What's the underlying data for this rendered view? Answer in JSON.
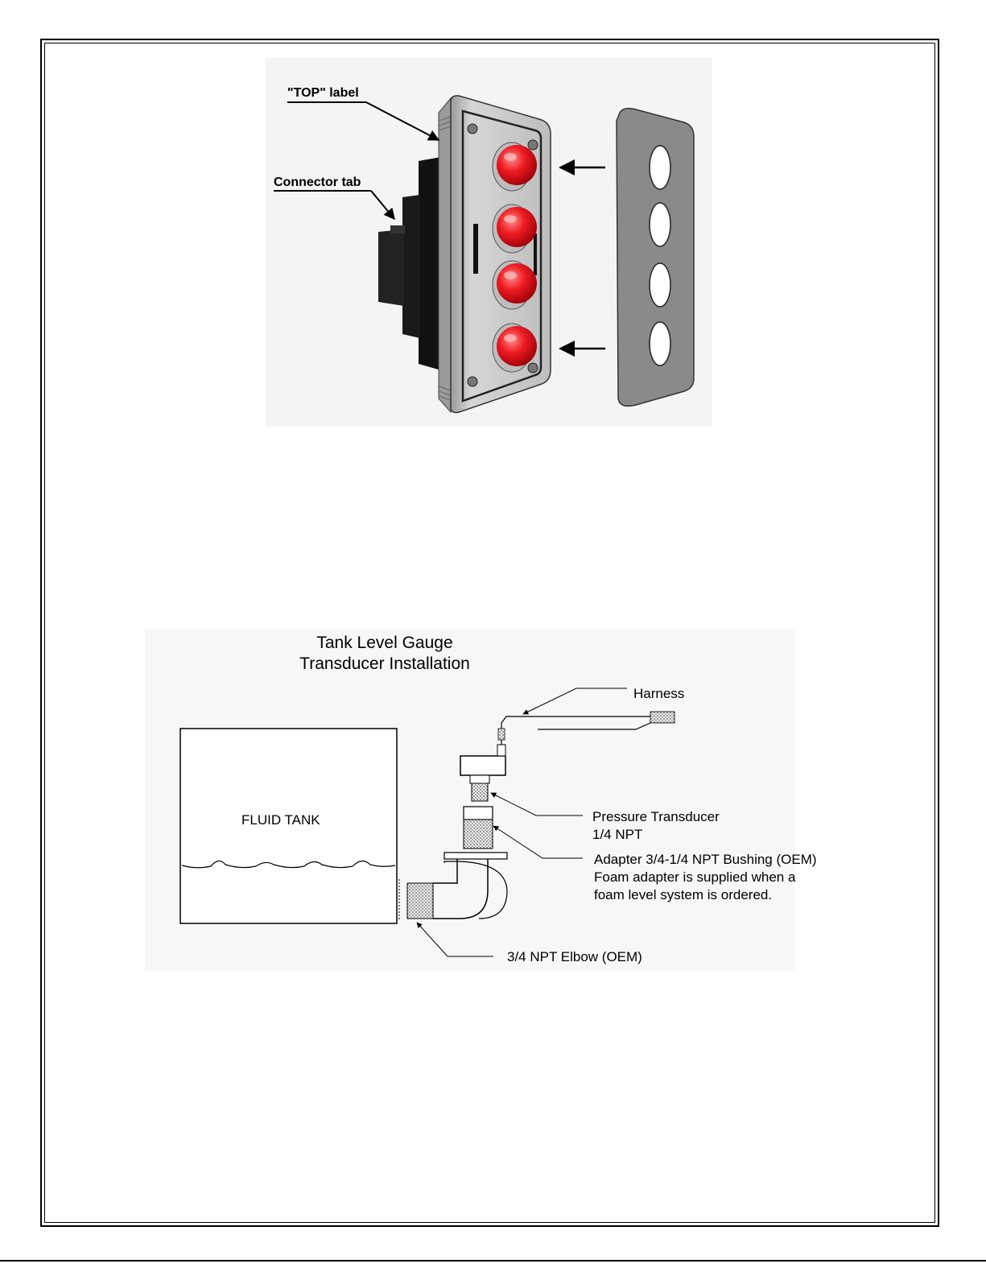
{
  "panel_figure": {
    "top_label": "\"TOP\" label",
    "connector_label": "Connector tab"
  },
  "transducer_figure": {
    "title_line1": "Tank Level Gauge",
    "title_line2": "Transducer Installation",
    "tank_label": "FLUID TANK",
    "harness_label": "Harness",
    "pressure_transducer_line1": "Pressure Transducer",
    "pressure_transducer_line2": "1/4 NPT",
    "adapter_line1": "Adapter 3/4-1/4 NPT Bushing (OEM)",
    "adapter_line2": "Foam adapter is supplied when a",
    "adapter_line3": "foam level system is ordered.",
    "elbow_label": "3/4 NPT Elbow (OEM)"
  },
  "colors": {
    "led_red": "#e8121c",
    "bezel_gray": "#c8c8c8",
    "gasket_gray": "#8a8a8a",
    "diagram_bg": "#f7f7f7"
  }
}
